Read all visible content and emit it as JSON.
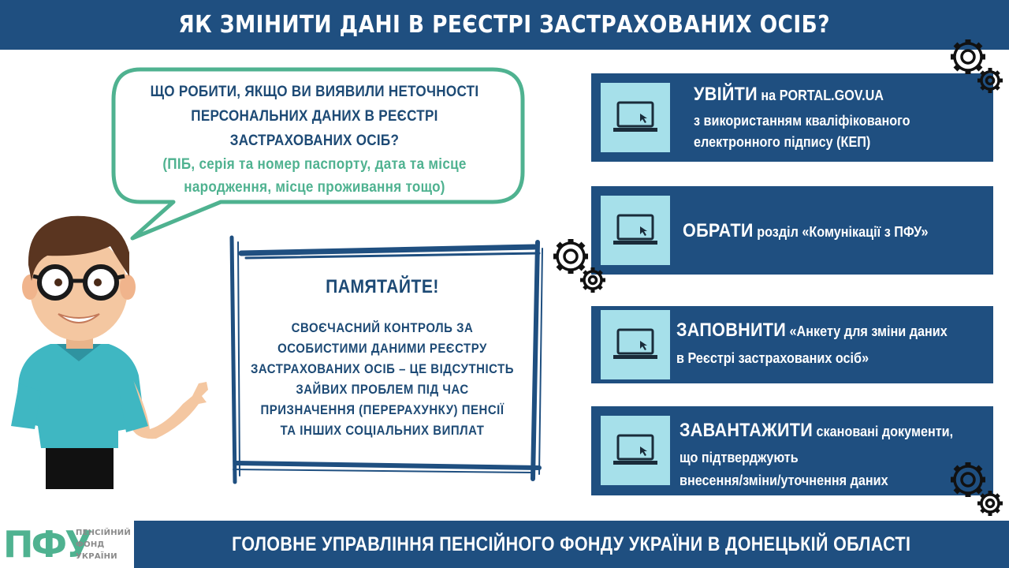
{
  "header": {
    "title": "ЯК ЗМІНИТИ ДАНІ В РЕЄСТРІ ЗАСТРАХОВАНИХ ОСІБ?"
  },
  "bubble": {
    "question_lines": [
      "ЩО РОБИТИ, ЯКЩО ВИ ВИЯВИЛИ НЕТОЧНОСТІ",
      "ПЕРСОНАЛЬНИХ ДАНИХ В РЕЄСТРІ",
      "ЗАСТРАХОВАНИХ ОСІБ?"
    ],
    "note_lines": [
      "(ПІБ, серія та номер паспорту, дата та місце",
      "народження, місце проживання тощо)"
    ]
  },
  "remember": {
    "title": "ПАМЯТАЙТЕ!",
    "lines": [
      "СВОЄЧАСНИЙ КОНТРОЛЬ ЗА",
      "ОСОБИСТИМИ ДАНИМИ РЕЄСТРУ",
      "ЗАСТРАХОВАНИХ ОСІБ – ЦЕ ВІДСУТНІСТЬ",
      "ЗАЙВИХ ПРОБЛЕМ ПІД ЧАС",
      "ПРИЗНАЧЕННЯ (ПЕРЕРАХУНКУ) ПЕНСІЇ",
      "ТА ІНШИХ СОЦІАЛЬНИХ ВИПЛАТ"
    ]
  },
  "steps": [
    {
      "action": "УВІЙТИ",
      "line1": " на  PORTAL.GOV.UA",
      "line2": "з використанням кваліфікованого",
      "line3": "електронного підпису (КЕП)"
    },
    {
      "action": "ОБРАТИ",
      "line1": " розділ «Комунікації з ПФУ»"
    },
    {
      "action": "ЗАПОВНИТИ",
      "line1": " «Анкету для зміни даних",
      "line2": "в Реєстрі застрахованих осіб»"
    },
    {
      "action": "ЗАВАНТАЖИТИ",
      "line1": " скановані документи,",
      "line2": "що підтверджують",
      "line3": "внесення/зміни/уточнення даних"
    }
  ],
  "footer": {
    "logo_mark": "ПФУ",
    "logo_lines": [
      "ПЕНСІЙНИЙ",
      "ФОНД",
      "УКРАЇНИ"
    ],
    "text": "ГОЛОВНЕ УПРАВЛІННЯ ПЕНСІЙНОГО ФОНДУ УКРАЇНИ В ДОНЕЦЬКІЙ ОБЛАСТІ"
  },
  "colors": {
    "primary": "#1f4f80",
    "accent": "#4fb290",
    "icon_bg": "#a6e0ea",
    "skin": "#f4c7a1",
    "shirt": "#3fb7c2"
  },
  "icons": [
    "laptop-icon",
    "gear-icon",
    "man-illustration"
  ]
}
